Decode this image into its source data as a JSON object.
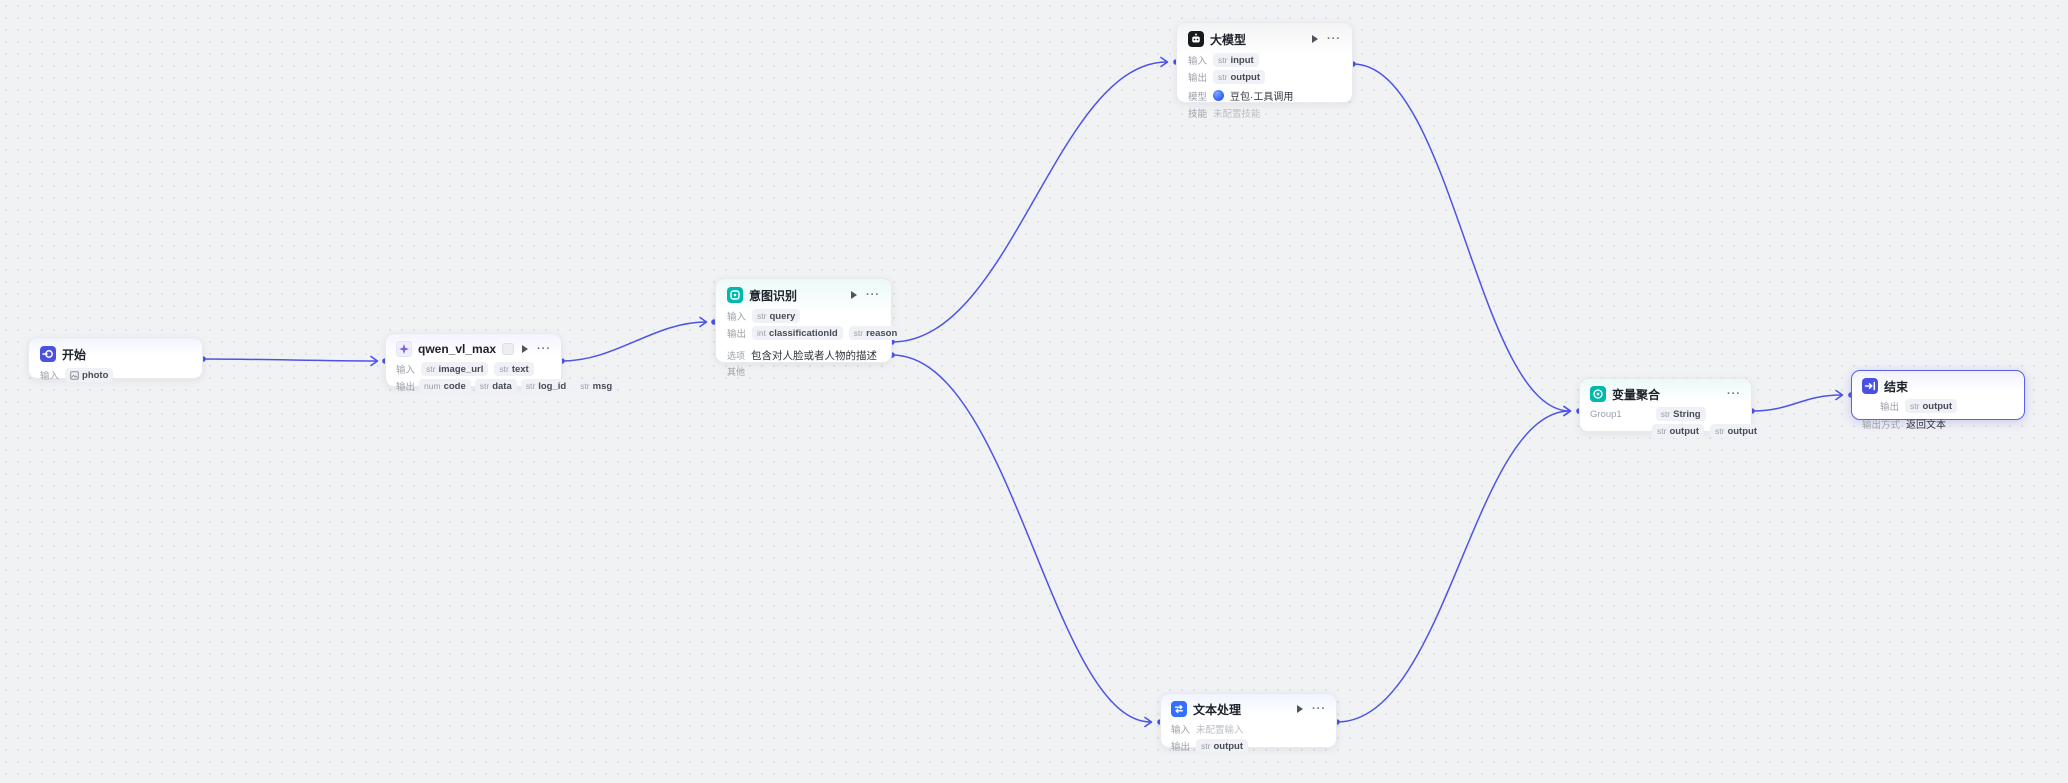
{
  "canvas": {
    "background": "#f1f2f4",
    "dot_color": "#dfe1e6",
    "edge_color": "#4d53e8"
  },
  "nodes": {
    "start": {
      "title": "开始",
      "accent": "#4a50e2",
      "input_label": "输入",
      "inputs": [
        {
          "type": "img",
          "name": "photo"
        }
      ]
    },
    "qwen": {
      "title": "qwen_vl_max",
      "accent": "#7b5ce8",
      "input_label": "输入",
      "output_label": "输出",
      "inputs": [
        {
          "type": "str",
          "name": "image_url"
        },
        {
          "type": "str",
          "name": "text"
        }
      ],
      "outputs": [
        {
          "type": "num",
          "name": "code"
        },
        {
          "type": "str",
          "name": "data"
        },
        {
          "type": "str",
          "name": "log_id"
        },
        {
          "type": "str",
          "name": "msg"
        }
      ]
    },
    "intent": {
      "title": "意图识别",
      "accent": "#00b8ab",
      "input_label": "输入",
      "output_label": "输出",
      "inputs": [
        {
          "type": "str",
          "name": "query"
        }
      ],
      "outputs": [
        {
          "type": "int",
          "name": "classificationId"
        },
        {
          "type": "str",
          "name": "reason"
        }
      ],
      "branches": [
        {
          "label": "选项",
          "text": "包含对人脸或者人物的描述"
        },
        {
          "label": "其他",
          "text": ""
        }
      ]
    },
    "llm": {
      "title": "大模型",
      "accent": "#17191d",
      "input_label": "输入",
      "output_label": "输出",
      "inputs": [
        {
          "type": "str",
          "name": "input"
        }
      ],
      "outputs": [
        {
          "type": "str",
          "name": "output"
        }
      ],
      "model_label": "模型",
      "model_value": "豆包·工具调用",
      "skill_label": "技能",
      "skill_placeholder": "未配置技能"
    },
    "text": {
      "title": "文本处理",
      "accent": "#3370ff",
      "input_label": "输入",
      "input_placeholder": "未配置输入",
      "output_label": "输出",
      "outputs": [
        {
          "type": "str",
          "name": "output"
        }
      ]
    },
    "agg": {
      "title": "变量聚合",
      "accent": "#00b8ab",
      "group_label": "Group1",
      "group_badge": {
        "type": "str",
        "name": "String"
      },
      "merged": [
        {
          "type": "str",
          "name": "output"
        },
        {
          "type": "str",
          "name": "output"
        }
      ]
    },
    "end": {
      "title": "结束",
      "accent": "#4a50e2",
      "output_label": "输出",
      "outputs": [
        {
          "type": "str",
          "name": "output"
        }
      ],
      "mode_label": "输出方式",
      "mode_value": "返回文本"
    }
  }
}
